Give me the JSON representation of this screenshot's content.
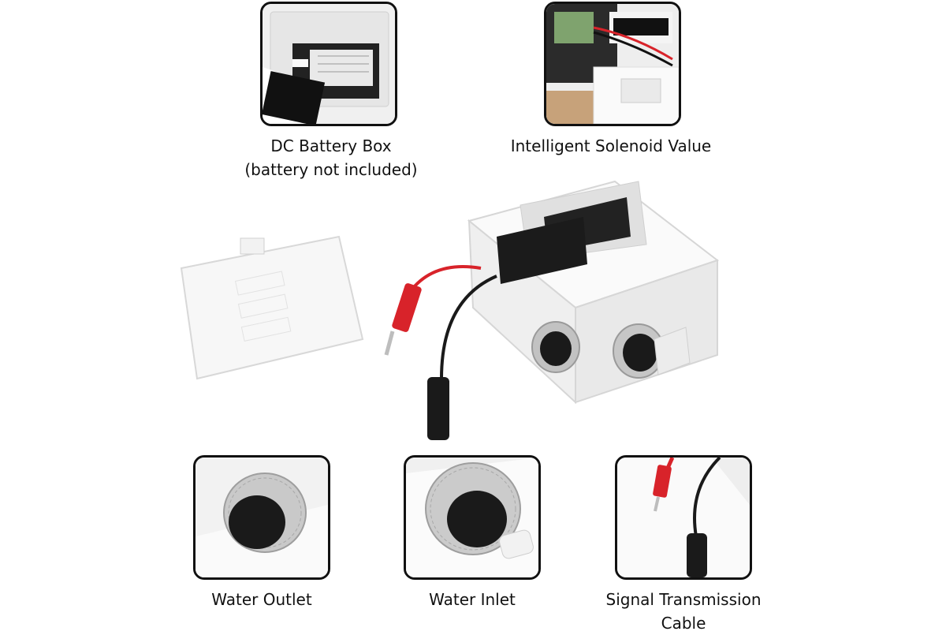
{
  "captions": {
    "battery_box_line1": "DC Battery Box",
    "battery_box_line2": "(battery not included)",
    "solenoid": "Intelligent Solenoid Value",
    "outlet": "Water Outlet",
    "inlet": "Water Inlet",
    "signal_line1": "Signal Transmission",
    "signal_line2": "Cable"
  },
  "colors": {
    "frame_border": "#111111",
    "housing": "#f4f4f4",
    "red_wire": "#d8232a",
    "black_wire": "#1a1a1a",
    "chrome": "#b8b8b8"
  },
  "icons": {
    "battery_box": "battery-box-photo",
    "solenoid": "solenoid-valve-photo",
    "outlet": "water-outlet-photo",
    "inlet": "water-inlet-photo",
    "signal": "signal-cable-photo",
    "main_unit": "control-box-photo",
    "lid": "battery-lid-photo"
  }
}
